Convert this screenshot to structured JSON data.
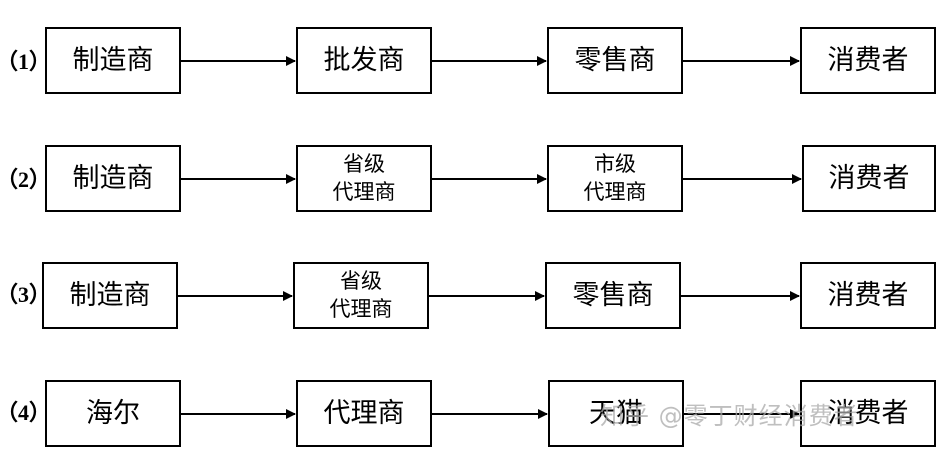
{
  "rows": [
    {
      "label": "（1）",
      "boxes": [
        {
          "lines": [
            "制造商"
          ]
        },
        {
          "lines": [
            "批发商"
          ]
        },
        {
          "lines": [
            "零售商"
          ]
        },
        {
          "lines": [
            "消费者"
          ]
        }
      ]
    },
    {
      "label": "（2）",
      "boxes": [
        {
          "lines": [
            "制造商"
          ]
        },
        {
          "lines": [
            "省级",
            "代理商"
          ]
        },
        {
          "lines": [
            "市级",
            "代理商"
          ]
        },
        {
          "lines": [
            "消费者"
          ]
        }
      ]
    },
    {
      "label": "（3）",
      "boxes": [
        {
          "lines": [
            "制造商"
          ]
        },
        {
          "lines": [
            "省级",
            "代理商"
          ]
        },
        {
          "lines": [
            "零售商"
          ]
        },
        {
          "lines": [
            "消费者"
          ]
        }
      ]
    },
    {
      "label": "（4）",
      "boxes": [
        {
          "lines": [
            "海尔"
          ]
        },
        {
          "lines": [
            "代理商"
          ]
        },
        {
          "lines": [
            "天猫"
          ]
        },
        {
          "lines": [
            "消费者"
          ]
        }
      ]
    }
  ],
  "watermark": "知乎 @零丁财经消费者"
}
